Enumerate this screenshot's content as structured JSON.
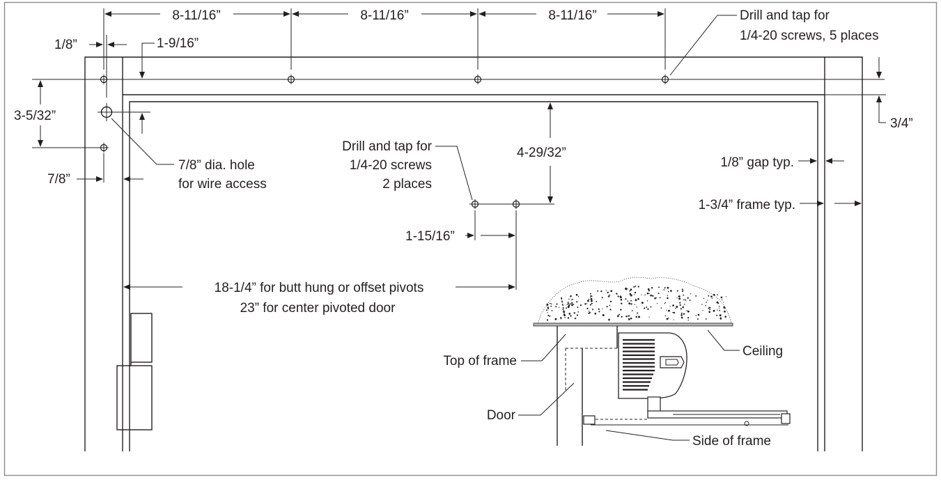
{
  "colors": {
    "ink": "#231f20",
    "paper": "#ffffff",
    "border": "#8a8a8a"
  },
  "labels": {
    "dim_top_1": "8-11/16”",
    "dim_top_2": "8-11/16”",
    "dim_top_3": "8-11/16”",
    "drill_tap_5_line1": "Drill and tap for",
    "drill_tap_5_line2": "1/4-20 screws, 5 places",
    "dim_one_eighth": "1/8”",
    "dim_one_9_16": "1-9/16”",
    "dim_3_5_32": "3-5/32”",
    "dim_7_8": "7/8”",
    "hole_line1": "7/8” dia. hole",
    "hole_line2": "for wire access",
    "drill_tap_2_line1": "Drill and tap for",
    "drill_tap_2_line2": "1/4-20 screws",
    "drill_tap_2_line3": "2 places",
    "dim_4_29_32": "4-29/32”",
    "dim_1_15_16": "1-15/16”",
    "dim_3_4": "3/4”",
    "gap_typ": "1/8” gap typ.",
    "frame_typ": "1-3/4” frame typ.",
    "butt_line1": "18-1/4” for butt hung or offset pivots",
    "butt_line2": "23” for center pivoted door",
    "ceiling": "Ceiling",
    "top_of_frame": "Top of frame",
    "door": "Door",
    "side_of_frame": "Side of frame"
  },
  "icons": [
    "screw-hole-icon",
    "wire-hole-icon",
    "hinge-icon",
    "door-closer-icon",
    "ceiling-texture-icon"
  ]
}
